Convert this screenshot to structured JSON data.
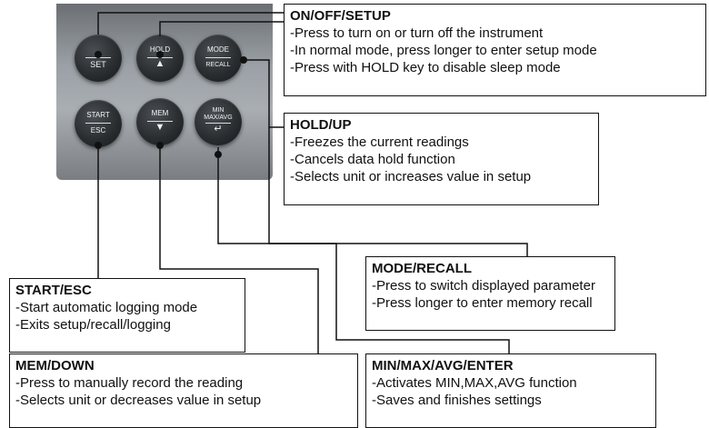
{
  "keys": {
    "set": {
      "bottom": "SET"
    },
    "hold": {
      "top": "HOLD",
      "symbol": "▲"
    },
    "mode": {
      "top": "MODE",
      "bottom": "RECALL"
    },
    "start": {
      "top": "START",
      "bottom": "ESC"
    },
    "mem": {
      "top": "MEM",
      "symbol": "▼"
    },
    "min": {
      "top_line1": "MIN",
      "top_line2": "MAX/AVG",
      "symbol": "↵"
    }
  },
  "boxes": {
    "on_off_setup": {
      "title": "ON/OFF/SETUP",
      "items": [
        "-Press to turn on or turn off the instrument",
        "-In normal mode, press longer to enter setup mode",
        "-Press with HOLD key to disable sleep mode"
      ]
    },
    "hold_up": {
      "title": "HOLD/UP",
      "items": [
        "-Freezes the current readings",
        "-Cancels data hold function",
        "-Selects unit or increases value in setup"
      ]
    },
    "mode_recall": {
      "title": "MODE/RECALL",
      "items": [
        "-Press to switch displayed parameter",
        "-Press longer to enter memory recall"
      ]
    },
    "start_esc": {
      "title": "START/ESC",
      "items": [
        "-Start automatic logging mode",
        "-Exits setup/recall/logging"
      ]
    },
    "mem_down": {
      "title": "MEM/DOWN",
      "items": [
        "-Press to manually record the reading",
        "-Selects unit or decreases value in setup"
      ]
    },
    "min_max_avg_enter": {
      "title": "MIN/MAX/AVG/ENTER",
      "items": [
        "-Activates MIN,MAX,AVG function",
        "-Saves and finishes settings"
      ]
    }
  }
}
